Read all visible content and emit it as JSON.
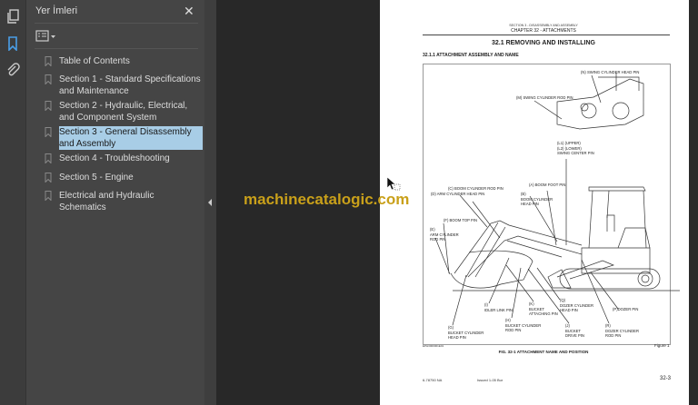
{
  "iconbar": {
    "icons": [
      "pages-icon",
      "bookmark-icon",
      "attachment-icon"
    ],
    "active": "bookmark-icon",
    "accent": "#4a9fe8"
  },
  "sidebar": {
    "title": "Yer İmleri",
    "bookmarks": [
      {
        "label": "Table of Contents"
      },
      {
        "label": "Section 1 - Standard Specifications and Maintenance"
      },
      {
        "label": "Section 2 - Hydraulic, Electrical, and Component System"
      },
      {
        "label": "Section 3 - General Disassembly and Assembly",
        "selected": true
      },
      {
        "label": "Section 4 - Troubleshooting"
      },
      {
        "label": "Section 5 - Engine"
      },
      {
        "label": "Electrical and Hydraulic Schematics"
      }
    ],
    "selection_color": "#a8cde6"
  },
  "watermark": {
    "text": "machinecatalogic.com",
    "color": "#c9a01a"
  },
  "page": {
    "header_section": "SECTION 3 - DISASSEMBLY AND ASSEMBLY",
    "header_chapter": "CHAPTER 32 - ATTACHMENTS",
    "title": "32.1  REMOVING AND INSTALLING",
    "subtitle": "32.1.1  ATTACHMENT ASSEMBLY AND NAME",
    "figure_labels": {
      "n": "(N) SWING CYLINDER HEAD PIN",
      "m": "(M) SWING CYLINDER ROD PIN",
      "l": [
        "(L1) (UPPER)",
        "(L2) (LOWER)",
        "SWING CENTER PIN"
      ],
      "c": "(C) BOOM CYLINDER ROD PIN",
      "d": "(D) ARM CYLINDER HEAD PIN",
      "a": "(A) BOOM FOOT  PIN",
      "b": [
        "(B)",
        "BOOM CYLINDER",
        "HEAD PIN"
      ],
      "f": "(F) BOOM TOP PIN",
      "e": [
        "(E)",
        "ARM CYLINDER",
        "ROD PIN"
      ],
      "i": [
        "(I)",
        "IDLER LINK PIN"
      ],
      "k": [
        "(K)",
        "BUCKET",
        "ATTACHING PIN"
      ],
      "q": [
        "(Q)",
        "DOZER CYLINDER",
        "HEAD PIN"
      ],
      "p": "(P)DOZER PIN",
      "h": [
        "(H)",
        "BUCKET CYLINDER",
        "ROD PIN"
      ],
      "j": [
        "(J)",
        "BUCKET",
        "DRIVE PIN"
      ],
      "r": [
        "(R)",
        "DOZER CYLINDER",
        "ROD PIN"
      ],
      "g": [
        "(G)",
        "BUCKET CYLINDER",
        "HEAD PIN"
      ]
    },
    "figure_code": "EPH3000001E01",
    "figure_number": "Figure 1",
    "caption": "FIG. 32-1 ATTACHMENT NAME AND POSITION",
    "footer_doc": "6-78750 NA",
    "footer_issue": "Issued 1-05   Bur",
    "footer_page": "32-3"
  }
}
